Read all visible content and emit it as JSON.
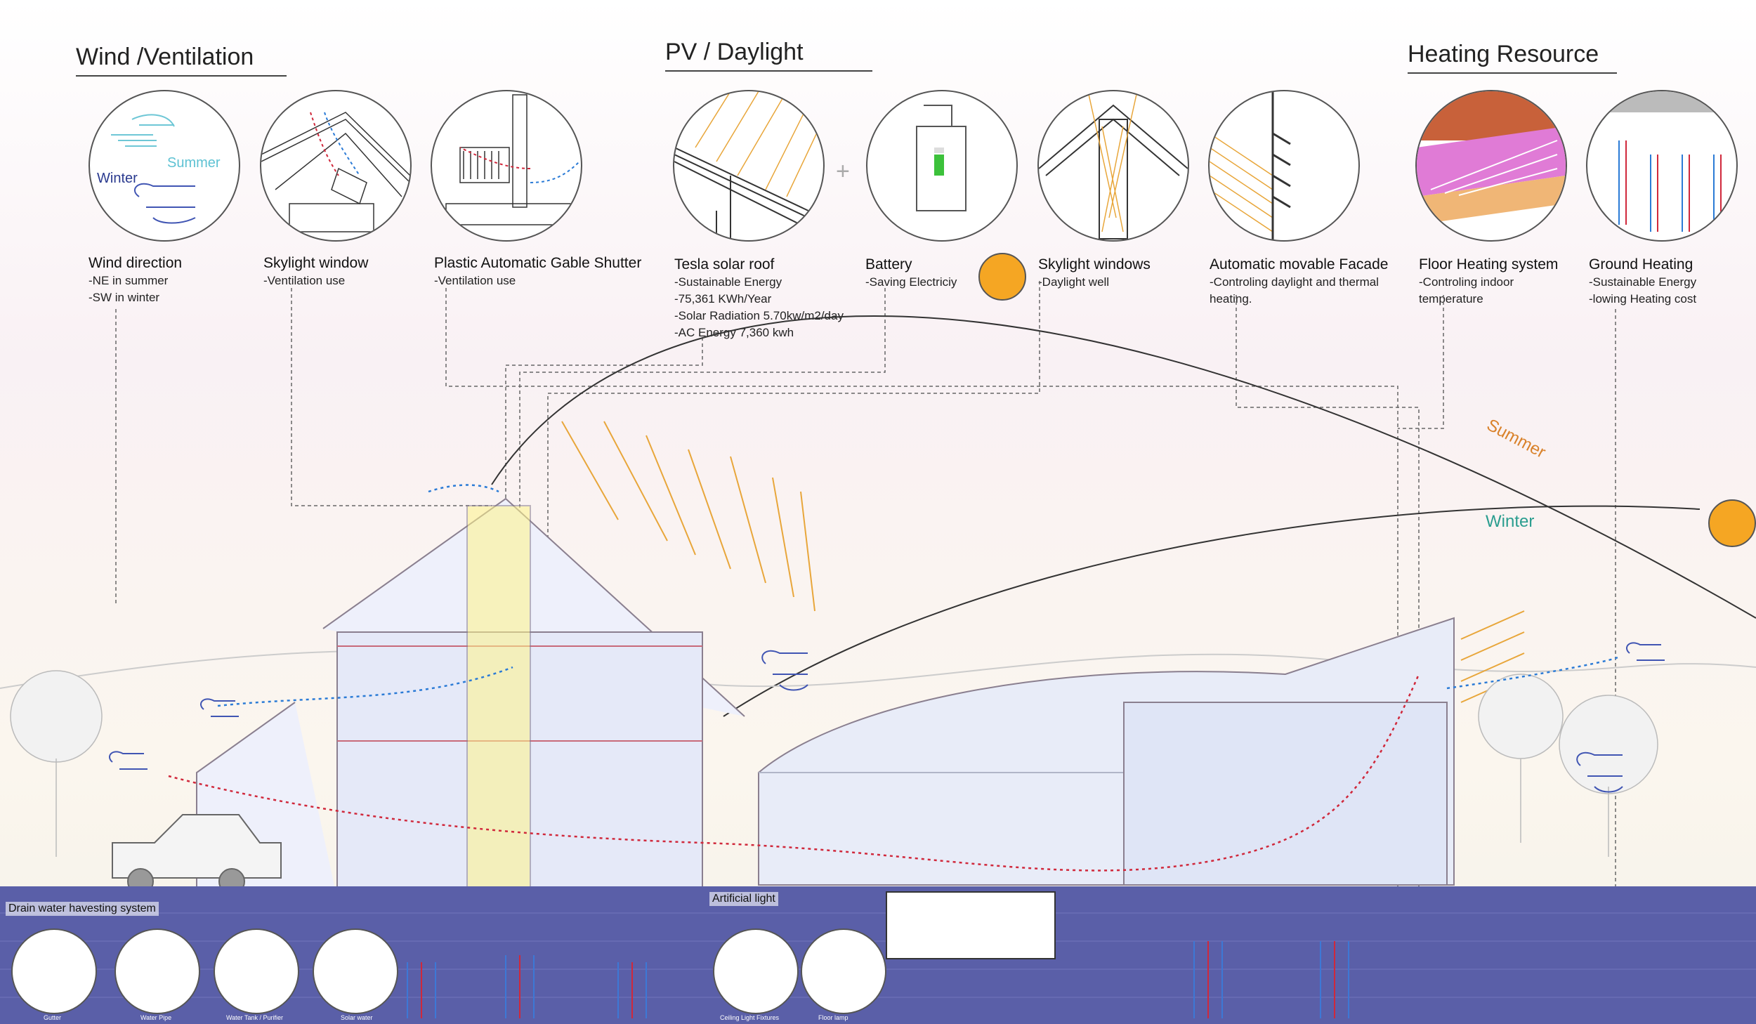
{
  "sections": {
    "wind_title": "Wind /Ventilation",
    "pv_title": "PV / Daylight",
    "heating_title": "Heating Resource"
  },
  "wind_circle": {
    "summer": "Summer",
    "winter": "Winter"
  },
  "items": [
    {
      "title": "Wind direction",
      "lines": [
        "-NE in summer",
        "-SW in winter"
      ]
    },
    {
      "title": "Skylight window",
      "lines": [
        "-Ventilation use"
      ]
    },
    {
      "title": "Plastic Automatic Gable Shutter",
      "lines": [
        "-Ventilation use"
      ]
    },
    {
      "title": "Tesla solar roof",
      "lines": [
        "-Sustainable Energy",
        "-75,361 KWh/Year",
        "-Solar Radiation 5.70kw/m2/day",
        "-AC Energy 7,360 kwh"
      ]
    },
    {
      "title": "Battery",
      "lines": [
        "-Saving Electriciy"
      ]
    },
    {
      "title": "Skylight windows",
      "lines": [
        "-Daylight well"
      ]
    },
    {
      "title": "Automatic movable Facade",
      "lines": [
        "-Controling daylight and thermal",
        "heating."
      ]
    },
    {
      "title": "Floor Heating system",
      "lines": [
        "-Controling indoor",
        "temperature"
      ]
    },
    {
      "title": "Ground Heating",
      "lines": [
        "-Sustainable Energy",
        "-lowing Heating cost"
      ]
    }
  ],
  "sun_path": {
    "summer": "Summer",
    "winter": "Winter"
  },
  "underground": {
    "drain_title": "Drain water havesting system",
    "artificial_light": "Artificial light",
    "drain_items": [
      "Gutter",
      "Water Pipe",
      "Water Tank / Purifier",
      "Solar water"
    ],
    "light_items": [
      "Ceiling Light Fixtures",
      "Floor lamp"
    ]
  },
  "colors": {
    "sun": "#f5a623",
    "summer": "#d9822b",
    "winter": "#2a9d8f",
    "ground": "#5a5fa8",
    "ventilation_blue": "#2b7bd6",
    "ventilation_red": "#d0283b"
  }
}
